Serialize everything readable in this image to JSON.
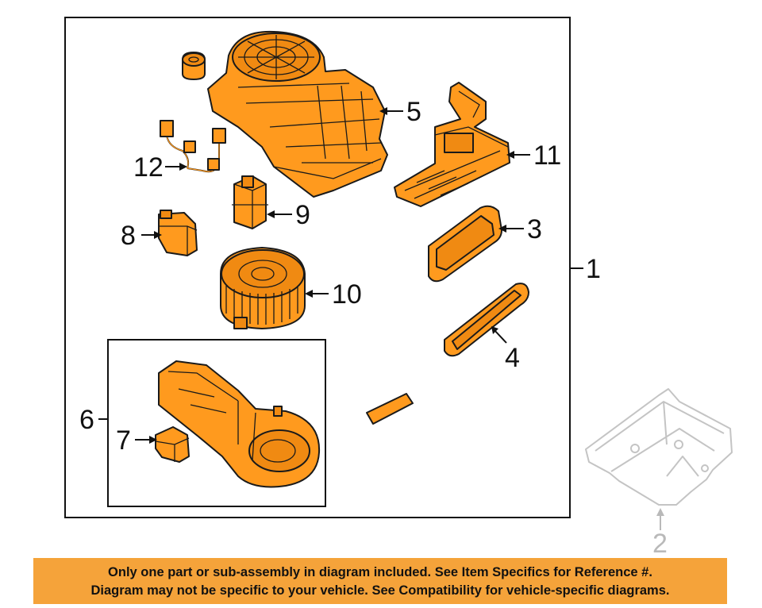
{
  "callouts": {
    "c1": "1",
    "c2": "2",
    "c3": "3",
    "c4": "4",
    "c5": "5",
    "c6": "6",
    "c7": "7",
    "c8": "8",
    "c9": "9",
    "c10": "10",
    "c11": "11",
    "c12": "12"
  },
  "notice": {
    "line1": "Only one part or sub-assembly in diagram included. See Item Specifics for Reference #.",
    "line2": "Diagram may not be specific to your vehicle. See Compatibility for vehicle-specific diagrams."
  },
  "colors": {
    "part": "#ff9a1e",
    "banner": "#f5a33a",
    "ghost": "#c4c4c4"
  }
}
